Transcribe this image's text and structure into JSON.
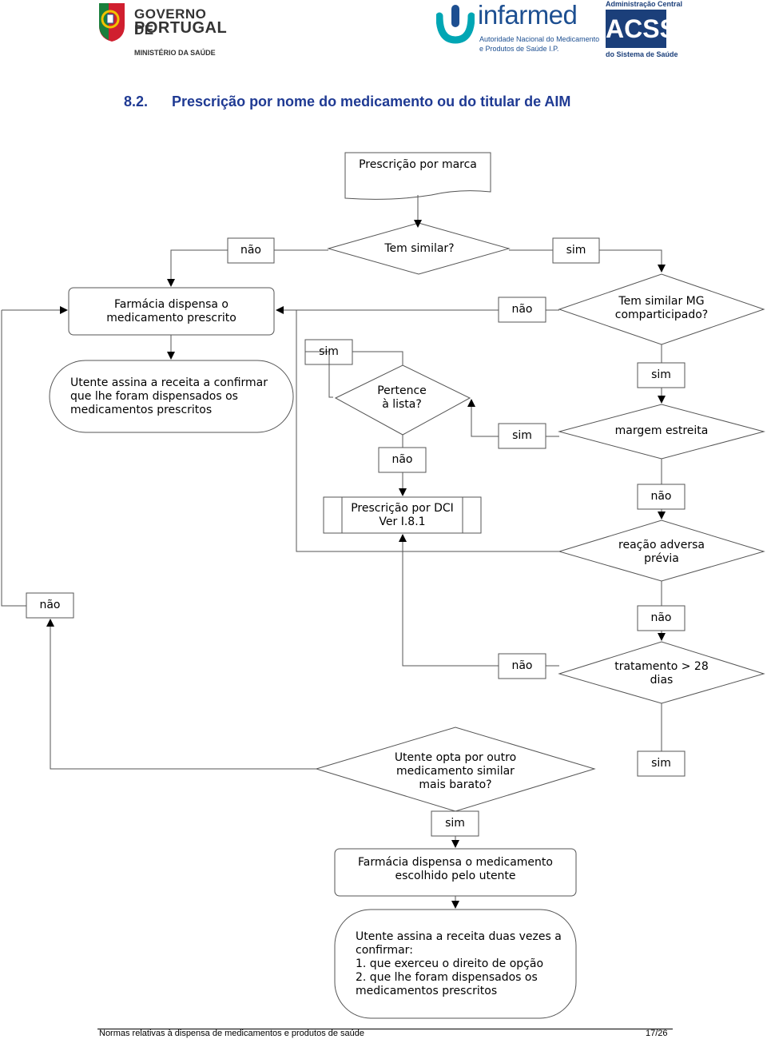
{
  "header": {
    "gov": {
      "line1": "GOVERNO DE",
      "line2": "PORTUGAL",
      "ministry": "MINISTÉRIO DA SAÚDE"
    },
    "infarmed": {
      "name": "infarmed",
      "sub1": "Autoridade Nacional do Medicamento",
      "sub2": "e Produtos de Saúde I.P."
    },
    "acss": {
      "top": "Administração Central",
      "name": "ACSS",
      "bottom": "do Sistema de Saúde"
    }
  },
  "section": {
    "number": "8.2.",
    "title": "Prescrição por nome do medicamento ou do titular de AIM"
  },
  "nodes": {
    "start": "Prescrição por marca",
    "q_similar": "Tem similar?",
    "farmacia_prescrito": "Farmácia dispensa o\nmedicamento prescrito",
    "q_mg": "Tem similar MG\ncomparticipado?",
    "utente_assina_1": "Utente assina a receita a confirmar\nque lhe foram dispensados os\nmedicamentos prescritos",
    "q_lista": "Pertence\nà lista?",
    "q_margem": "margem estreita",
    "dci": "Prescrição por DCI\nVer I.8.1",
    "q_reacao": "reação adversa\nprévia",
    "q_tratamento": "tratamento > 28\ndias",
    "q_utente_opta": "Utente opta por outro\nmedicamento similar\nmais barato?",
    "farmacia_escolhido": "Farmácia dispensa o medicamento\nescolhido pelo utente",
    "utente_assina_2": "Utente assina a receita duas vezes a\nconfirmar:\n1. que exerceu o direito de opção\n2. que lhe foram dispensados os\nmedicamentos prescritos"
  },
  "labels": {
    "nao_similar": "não",
    "sim_similar": "sim",
    "nao_mg": "não",
    "sim_lista": "sim",
    "sim_mg": "sim",
    "nao_lista": "não",
    "sim_margem": "sim",
    "nao_margem": "não",
    "nao_left": "não",
    "nao_reacao": "não",
    "nao_tratamento": "não",
    "sim_opta": "sim",
    "sim_tratamento": "sim"
  },
  "footer": {
    "text": "Normas relativas à dispensa de medicamentos e produtos de saúde",
    "page": "17/26"
  },
  "colors": {
    "title": "#1f3a93",
    "infarmed": "#1d4f91",
    "infarmed_teal": "#00a6b4",
    "acss": "#1b3f7a",
    "gov_green": "#1a7f3c",
    "gov_red": "#d01f2f"
  }
}
